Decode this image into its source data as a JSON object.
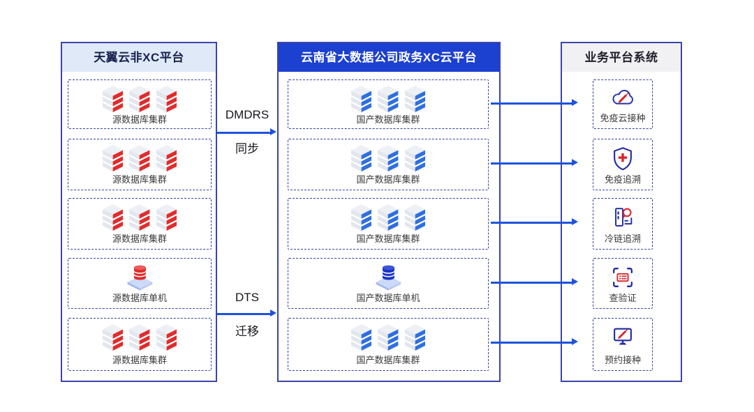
{
  "colors": {
    "arrow": "#1c52dd",
    "column_border": "#3a44a8",
    "left_header_bg": "#dfe9f8",
    "left_header_text": "#18224e",
    "middle_header_bg": "#1c40d0",
    "middle_header_text": "#ffffff",
    "right_header_bg": "#f1f1f4",
    "right_header_text": "#20202c",
    "dashed_border": "#36409d",
    "red_accent": "#e02c2c",
    "blue_accent": "#2f6fe0",
    "label_text": "#3a3a3a"
  },
  "left_platform": {
    "title": "天翼云非XC平台",
    "boxes": [
      {
        "label": "源数据库集群",
        "icon": "red-database-cluster-icon"
      },
      {
        "label": "源数据库集群",
        "icon": "red-database-cluster-icon"
      },
      {
        "label": "源数据库集群",
        "icon": "red-database-cluster-icon"
      },
      {
        "label": "源数据库单机",
        "icon": "red-database-single-icon"
      },
      {
        "label": "源数据库集群",
        "icon": "red-database-cluster-icon"
      }
    ]
  },
  "middle_platform": {
    "title": "云南省大数据公司政务XC云平台",
    "boxes": [
      {
        "label": "国产数据库集群",
        "icon": "blue-database-cluster-icon"
      },
      {
        "label": "国产数据库集群",
        "icon": "blue-database-cluster-icon"
      },
      {
        "label": "国产数据库集群",
        "icon": "blue-database-cluster-icon"
      },
      {
        "label": "国产数据库单机",
        "icon": "blue-database-single-icon"
      },
      {
        "label": "国产数据库集群",
        "icon": "blue-database-cluster-icon"
      }
    ]
  },
  "right_platform": {
    "title": "业务平台系统",
    "boxes": [
      {
        "label": "免疫云接种",
        "icon": "cloud-syringe-icon"
      },
      {
        "label": "免疫追溯",
        "icon": "shield-cross-icon"
      },
      {
        "label": "冷链追溯",
        "icon": "coldchain-magnifier-icon"
      },
      {
        "label": "查验证",
        "icon": "scan-card-icon"
      },
      {
        "label": "预约接种",
        "icon": "monitor-syringe-icon"
      }
    ]
  },
  "flows": [
    {
      "name": "DMDRS",
      "action": "同步"
    },
    {
      "name": "DTS",
      "action": "迁移"
    }
  ]
}
